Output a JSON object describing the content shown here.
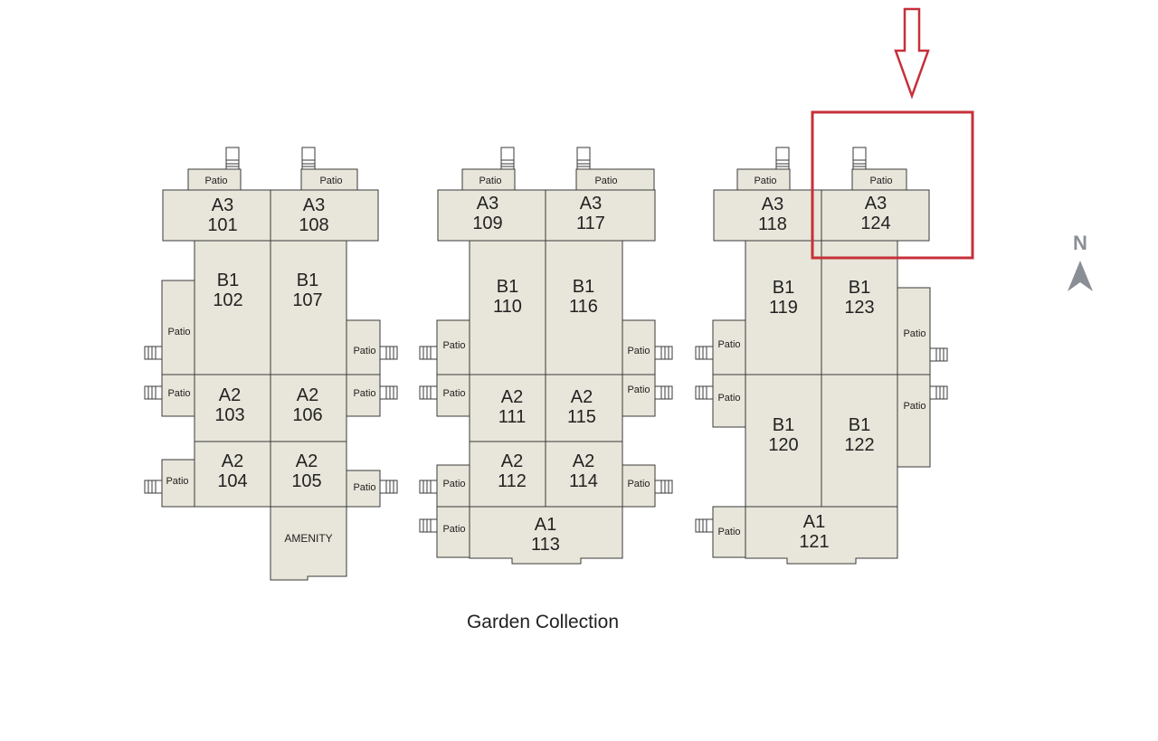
{
  "caption": "Garden Collection",
  "compass": {
    "letter": "N",
    "color": "#8a8f95"
  },
  "highlight": {
    "color": "#c6303a",
    "unit": "124"
  },
  "colors": {
    "room_fill": "#e8e5da",
    "outline": "#3a3a3a"
  },
  "patio_text": "Patio",
  "amenity_text": "AMENITY",
  "units": [
    {
      "type": "A3",
      "number": "101"
    },
    {
      "type": "A3",
      "number": "108"
    },
    {
      "type": "B1",
      "number": "102"
    },
    {
      "type": "B1",
      "number": "107"
    },
    {
      "type": "A2",
      "number": "103"
    },
    {
      "type": "A2",
      "number": "106"
    },
    {
      "type": "A2",
      "number": "104"
    },
    {
      "type": "A2",
      "number": "105"
    },
    {
      "type": "A3",
      "number": "109"
    },
    {
      "type": "A3",
      "number": "117"
    },
    {
      "type": "B1",
      "number": "110"
    },
    {
      "type": "B1",
      "number": "116"
    },
    {
      "type": "A2",
      "number": "111"
    },
    {
      "type": "A2",
      "number": "115"
    },
    {
      "type": "A2",
      "number": "112"
    },
    {
      "type": "A2",
      "number": "114"
    },
    {
      "type": "A1",
      "number": "113"
    },
    {
      "type": "A3",
      "number": "118"
    },
    {
      "type": "A3",
      "number": "124"
    },
    {
      "type": "B1",
      "number": "119"
    },
    {
      "type": "B1",
      "number": "123"
    },
    {
      "type": "B1",
      "number": "120"
    },
    {
      "type": "B1",
      "number": "122"
    },
    {
      "type": "A1",
      "number": "121"
    }
  ]
}
